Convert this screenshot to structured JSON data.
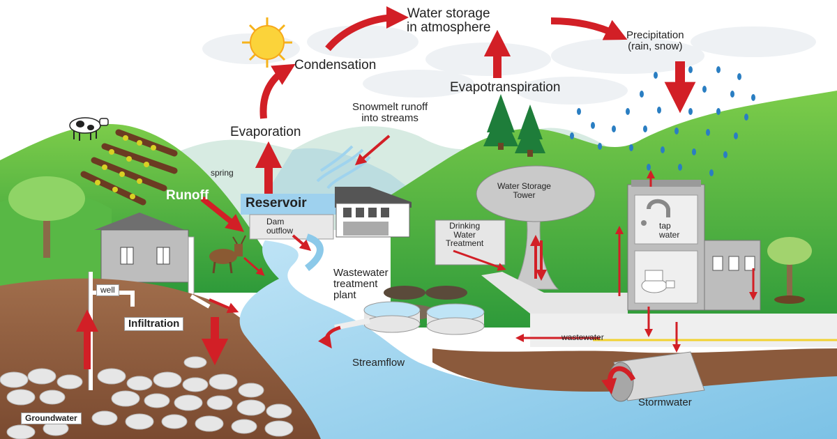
{
  "labels": {
    "water_storage_atmosphere": "Water storage\nin atmosphere",
    "precipitation": "Precipitation\n(rain, snow)",
    "condensation": "Condensation",
    "evapotranspiration": "Evapotranspiration",
    "snowmelt": "Snowmelt runoff\ninto streams",
    "evaporation": "Evaporation",
    "spring": "spring",
    "runoff": "Runoff",
    "reservoir": "Reservoir",
    "dam_outflow": "Dam\noutflow",
    "water_storage_tower": "Water Storage\nTower",
    "drinking_water_treatment": "Drinking\nWater\nTreatment",
    "tap_water": "tap\nwater",
    "wastewater_treatment_plant": "Wastewater\ntreatment\nplant",
    "well": "well",
    "infiltration": "Infiltration",
    "wastewater": "wastewater",
    "streamflow": "Streamflow",
    "stormwater": "Stormwater",
    "groundwater": "Groundwater"
  },
  "colors": {
    "arrow": "#d21f26",
    "sky": "#ffffff",
    "hill_green": "#3fae3b",
    "river": "#9fd3ee",
    "soil": "#8b5a3c"
  }
}
